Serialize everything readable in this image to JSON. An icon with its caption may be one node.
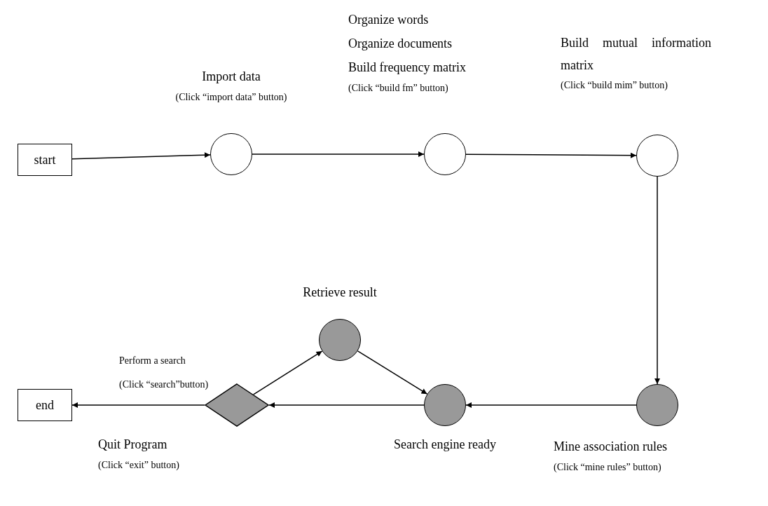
{
  "diagram": {
    "nodes": [
      {
        "text": [
          "start"
        ]
      },
      {
        "text": [],
        "shape": "circle",
        "beside": [
          "Import data",
          "(Click “import data” button)"
        ]
      },
      {
        "text": [],
        "shape": "circle",
        "beside": [
          "Organize words",
          "Organize documents",
          "Build frequency matrix",
          "(Click “build fm” button)"
        ]
      },
      {
        "text": [],
        "shape": "circle",
        "beside": [
          "Build mutual information matrix",
          "(Click “build mim” button)"
        ]
      },
      {
        "text": [],
        "shape": "circle",
        "beside": [
          "Mine association rules",
          "(Click “mine rules” button)"
        ]
      },
      {
        "text": [],
        "shape": "circle",
        "beside": [
          "Search engine ready"
        ]
      },
      {
        "text": [],
        "shape": "diamond",
        "beside": [
          "Quit Program",
          "(Click “exit” button)"
        ]
      },
      {
        "text": [
          "end"
        ]
      },
      {
        "text": [],
        "shape": "circle",
        "beside": [
          "Retrieve result"
        ]
      }
    ],
    "edges": [
      {
        "from": 0,
        "to": 1,
        "arrow": "to"
      },
      {
        "from": 1,
        "to": 2,
        "arrow": "to"
      },
      {
        "from": 2,
        "to": 3,
        "arrow": "to"
      },
      {
        "from": 3,
        "to": 4,
        "arrow": "to"
      },
      {
        "from": 4,
        "to": 5,
        "arrow": "to"
      },
      {
        "from": 5,
        "to": 6,
        "arrow": "to"
      },
      {
        "from": 6,
        "to": 7,
        "arrow": "to"
      },
      {
        "from": 6,
        "to": 8,
        "arrow": "to",
        "label": "Perform a search (Click “search”button)"
      },
      {
        "from": 8,
        "to": 5,
        "arrow": "to"
      }
    ]
  }
}
